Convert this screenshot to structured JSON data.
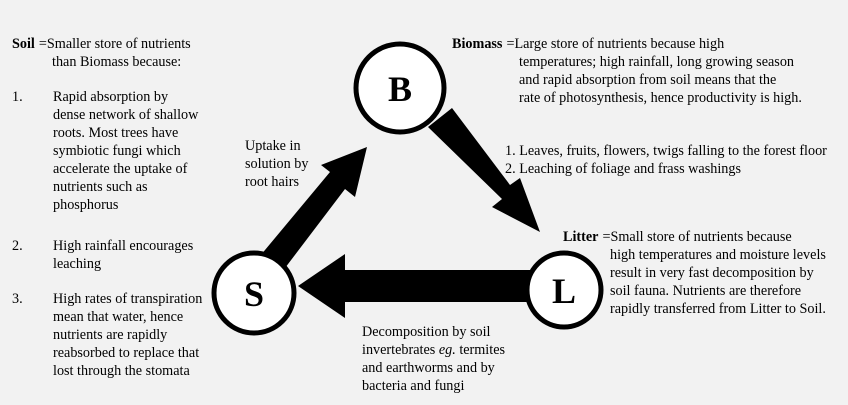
{
  "nodes": {
    "biomass_letter": "B",
    "soil_letter": "S",
    "litter_letter": "L"
  },
  "soil": {
    "label": "Soil",
    "eq": "=",
    "line1": "Smaller store of nutrients",
    "line2": "than Biomass because:",
    "items": [
      {
        "num": "1.",
        "lines": [
          "Rapid absorption by",
          "dense network of shallow",
          "roots. Most trees have",
          "symbiotic fungi which",
          "accelerate the uptake of",
          "nutrients such as",
          "phosphorus"
        ]
      },
      {
        "num": "2.",
        "lines": [
          "High rainfall encourages",
          "leaching"
        ]
      },
      {
        "num": "3.",
        "lines": [
          "High rates of transpiration",
          "mean that water, hence",
          "nutrients are rapidly",
          "reabsorbed to replace that",
          "lost through the stomata"
        ]
      }
    ]
  },
  "biomass": {
    "label": "Biomass",
    "eq": "=",
    "lines": [
      "Large store of nutrients because high",
      "temperatures; high rainfall, long growing season",
      "and rapid absorption from soil means that the",
      "rate of photosynthesis, hence productivity is high."
    ]
  },
  "litter": {
    "label": "Litter",
    "eq": "=",
    "lines": [
      "Small store of nutrients because",
      "high temperatures and moisture levels",
      "result in very fast decomposition by",
      "soil fauna. Nutrients are therefore",
      "rapidly transferred from Litter to Soil."
    ]
  },
  "arrows": {
    "uptake": [
      "Uptake in",
      "solution by",
      "root hairs"
    ],
    "litterfall": [
      "1. Leaves, fruits, flowers, twigs falling to the forest floor",
      "2. Leaching of foliage and frass washings"
    ],
    "decomposition": {
      "line1": "Decomposition by soil",
      "line2_pre": "invertebrates ",
      "line2_em": "eg.",
      "line2_post": " termites",
      "line3": "and earthworms and by",
      "line4": "bacteria and fungi"
    }
  }
}
